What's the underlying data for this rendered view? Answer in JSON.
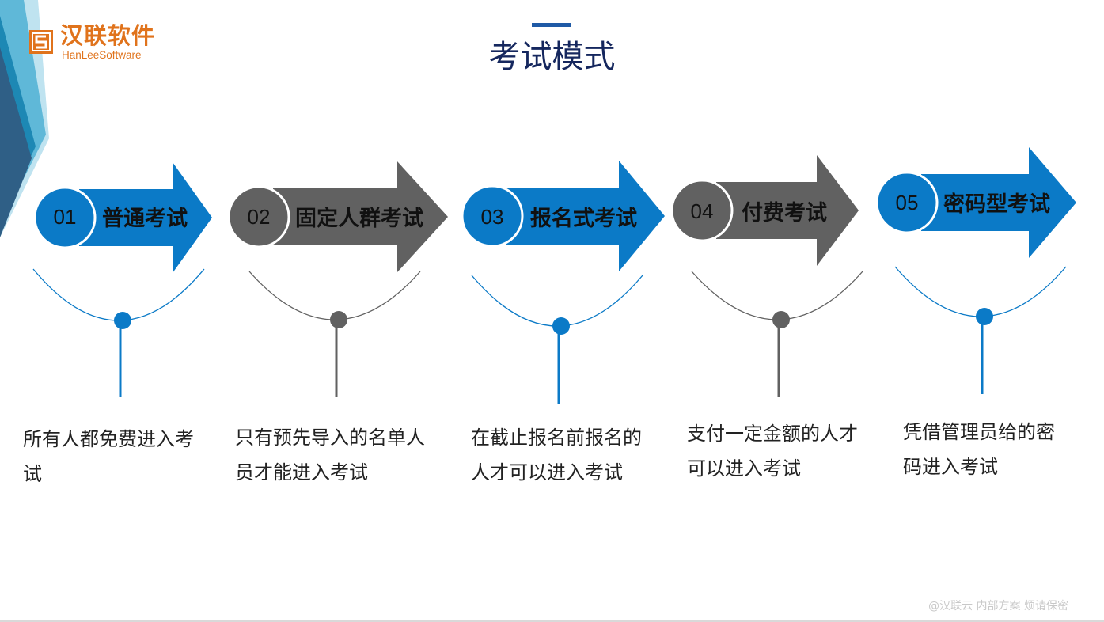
{
  "logo": {
    "cn": "汉联软件",
    "en": "HanLeeSoftware",
    "icon": "hanlee-s-logo-icon"
  },
  "title": "考试模式",
  "colors": {
    "blue": "#0b7ac7",
    "gray": "#616161",
    "title": "#15275e",
    "logo": "#e0731c"
  },
  "steps": [
    {
      "num": "01",
      "label": "普通考试",
      "color": "blue",
      "desc_lines": [
        "所有人都免费进入考",
        "试"
      ]
    },
    {
      "num": "02",
      "label": "固定人群考试",
      "color": "gray",
      "desc_lines": [
        "只有预先导入的名单人",
        "员才能进入考试"
      ]
    },
    {
      "num": "03",
      "label": "报名式考试",
      "color": "blue",
      "desc_lines": [
        "在截止报名前报名的",
        "人才可以进入考试"
      ]
    },
    {
      "num": "04",
      "label": "付费考试",
      "color": "gray",
      "desc_lines": [
        "支付一定金额的人才",
        "可以进入考试"
      ]
    },
    {
      "num": "05",
      "label": "密码型考试",
      "color": "blue",
      "desc_lines": [
        "凭借管理员给的密",
        "码进入考试"
      ]
    }
  ],
  "footer": "@汉联云  内部方案 烦请保密"
}
